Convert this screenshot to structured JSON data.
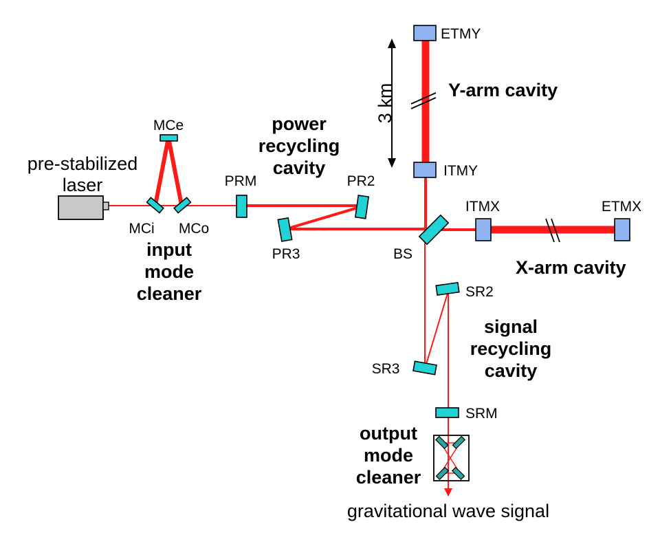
{
  "labels": {
    "laser": [
      "pre-stabilized",
      "laser"
    ],
    "imc": [
      "input",
      "mode",
      "cleaner"
    ],
    "prc": [
      "power",
      "recycling",
      "cavity"
    ],
    "src": [
      "signal",
      "recycling",
      "cavity"
    ],
    "omc": [
      "output",
      "mode",
      "cleaner"
    ],
    "yarm": "Y-arm cavity",
    "xarm": "X-arm cavity",
    "length": "3 km",
    "output": "gravitational wave signal"
  },
  "mirrors": {
    "mce": "MCe",
    "mci": "MCi",
    "mco": "MCo",
    "prm": "PRM",
    "pr2": "PR2",
    "pr3": "PR3",
    "bs": "BS",
    "itmx": "ITMX",
    "etmx": "ETMX",
    "itmy": "ITMY",
    "etmy": "ETMY",
    "sr2": "SR2",
    "sr3": "SR3",
    "srm": "SRM"
  },
  "colors": {
    "beam": "#ff1a1a",
    "optic": "#22d3d6",
    "test_mass": "#8fb2f0",
    "laser_body": "#c8c8c8"
  }
}
